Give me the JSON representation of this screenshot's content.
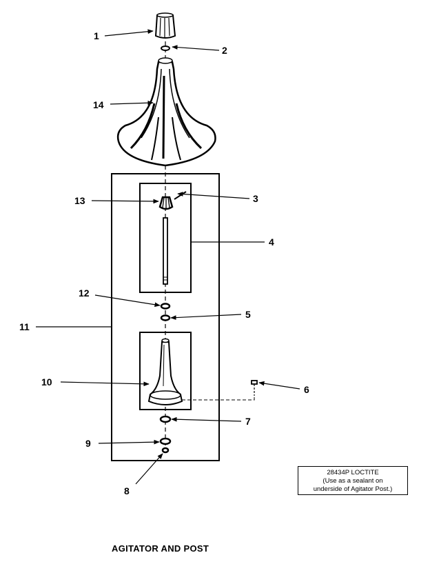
{
  "caption": "AGITATOR AND POST",
  "note": {
    "part": "28434P LOCTITE",
    "line1": "(Use as a sealant on",
    "line2": "underside of Agitator Post.)"
  },
  "callouts": {
    "c1": "1",
    "c2": "2",
    "c3": "3",
    "c4": "4",
    "c5": "5",
    "c6": "6",
    "c7": "7",
    "c8": "8",
    "c9": "9",
    "c10": "10",
    "c11": "11",
    "c12": "12",
    "c13": "13",
    "c14": "14"
  }
}
